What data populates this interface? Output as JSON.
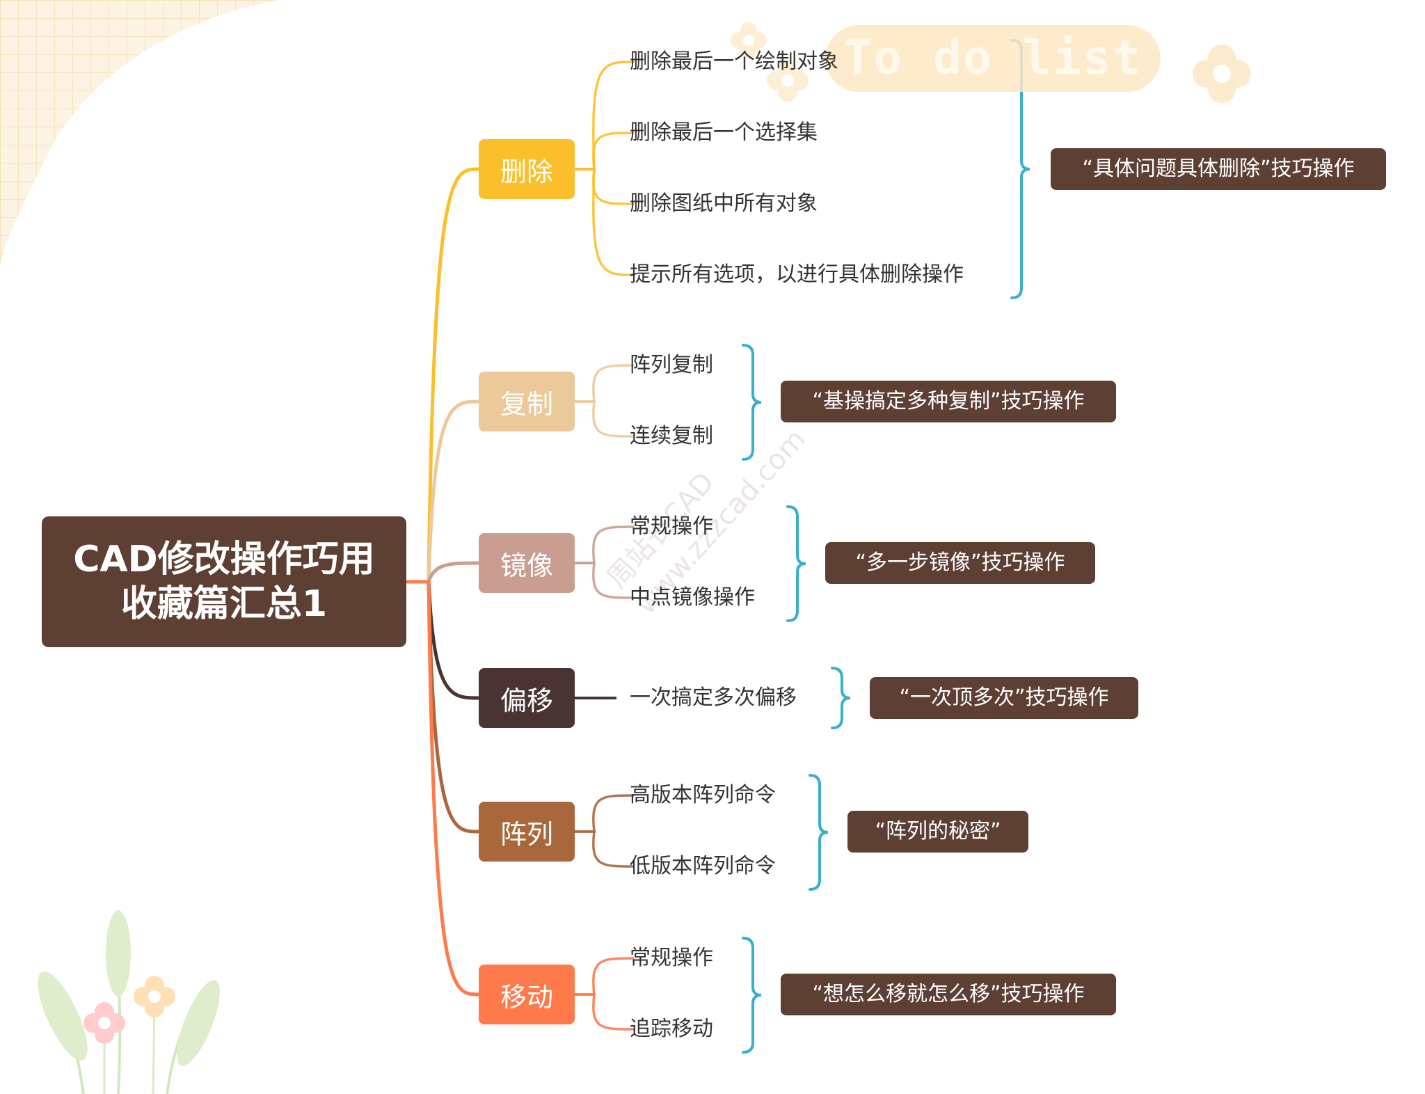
{
  "root": {
    "line1": "CAD修改操作巧用",
    "line2": "收藏篇汇总1",
    "color": "#5e3f33"
  },
  "badge": {
    "text": "To do list"
  },
  "watermark": {
    "line1": "周站长CAD",
    "line2": "www.zzzcad.com"
  },
  "branches": [
    {
      "label": "删除",
      "color": "#fbbf2c",
      "leaves": [
        "删除最后一个绘制对象",
        "删除最后一个选择集",
        "删除图纸中所有对象",
        "提示所有选项，以进行具体删除操作"
      ],
      "tip": "“具体问题具体删除”技巧操作"
    },
    {
      "label": "复制",
      "color": "#ecc99a",
      "leaves": [
        "阵列复制",
        "连续复制"
      ],
      "tip": "“基操搞定多种复制”技巧操作"
    },
    {
      "label": "镜像",
      "color": "#c99e90",
      "leaves": [
        "常规操作",
        "中点镜像操作"
      ],
      "tip": "“多一步镜像”技巧操作"
    },
    {
      "label": "偏移",
      "color": "#4a3433",
      "leaves": [
        "一次搞定多次偏移"
      ],
      "tip": "“一次顶多次”技巧操作"
    },
    {
      "label": "阵列",
      "color": "#a9673c",
      "leaves": [
        "高版本阵列命令",
        "低版本阵列命令"
      ],
      "tip": "“阵列的秘密”"
    },
    {
      "label": "移动",
      "color": "#ff7a4a",
      "leaves": [
        "常规操作",
        "追踪移动"
      ],
      "tip": "“想怎么移就怎么移”技巧操作"
    }
  ],
  "colors": {
    "bracket": "#3aaed0",
    "tip_bg": "#5e3f33",
    "leaf_text": "#333333",
    "grid_bg": "#fdf1dc"
  }
}
